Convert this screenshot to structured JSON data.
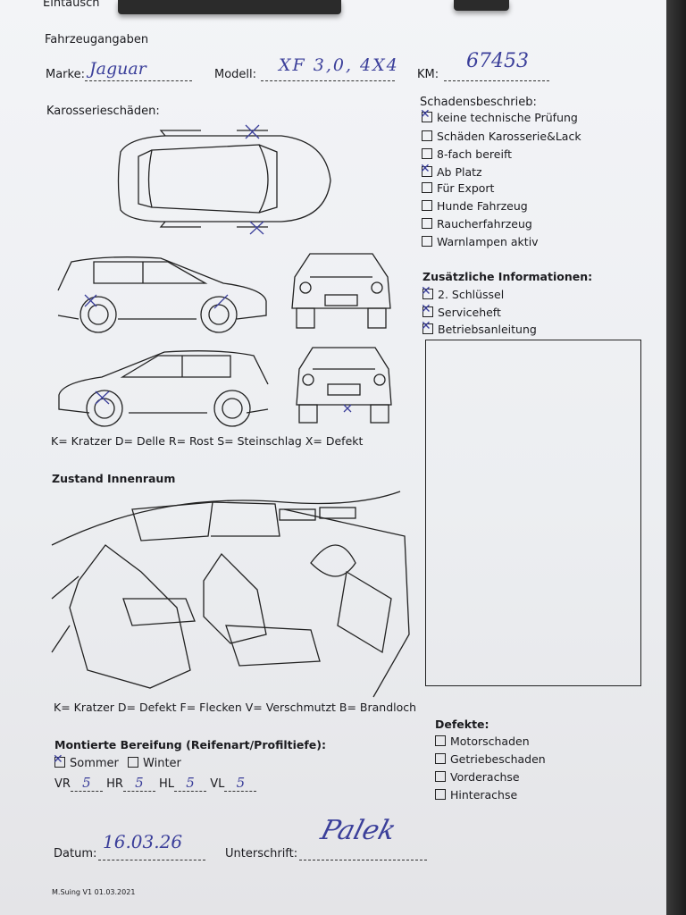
{
  "header": {
    "title": "Eintausch"
  },
  "vehicle": {
    "section_title": "Fahrzeugangaben",
    "brand_label": "Marke:",
    "brand_value": "Jaguar",
    "model_label": "Modell:",
    "model_value": "XF 3,0, 4X4",
    "km_label": "KM:",
    "km_value": "67453"
  },
  "body_damage": {
    "title": "Karosserieschäden:",
    "legend": "K= Kratzer D= Delle R= Rost S= Steinschlag X= Defekt"
  },
  "damage_description": {
    "title": "Schadensbeschrieb:",
    "items": [
      {
        "label": "keine technische Prüfung",
        "checked": true
      },
      {
        "label": "Schäden Karosserie&Lack",
        "checked": false
      },
      {
        "label": "8-fach bereift",
        "checked": false
      },
      {
        "label": "Ab Platz",
        "checked": true
      },
      {
        "label": "Für Export",
        "checked": false
      },
      {
        "label": "Hunde Fahrzeug",
        "checked": false
      },
      {
        "label": "Raucherfahrzeug",
        "checked": false
      },
      {
        "label": "Warnlampen aktiv",
        "checked": false
      }
    ]
  },
  "additional_info": {
    "title": "Zusätzliche Informationen:",
    "items": [
      {
        "label": "2. Schlüssel",
        "checked": true
      },
      {
        "label": "Serviceheft",
        "checked": true
      },
      {
        "label": "Betriebsanleitung",
        "checked": true
      }
    ]
  },
  "interior": {
    "title": "Zustand Innenraum",
    "legend": "K= Kratzer D= Defekt F= Flecken V= Verschmutzt B= Brandloch"
  },
  "tires": {
    "title": "Montierte Bereifung (Reifenart/Profiltiefe):",
    "summer_label": "Sommer",
    "summer_checked": true,
    "winter_label": "Winter",
    "winter_checked": false,
    "vr_label": "VR",
    "vr_value": "5",
    "hr_label": "HR",
    "hr_value": "5",
    "hl_label": "HL",
    "hl_value": "5",
    "vl_label": "VL",
    "vl_value": "5"
  },
  "defects": {
    "title": "Defekte:",
    "items": [
      {
        "label": "Motorschaden",
        "checked": false
      },
      {
        "label": "Getriebeschaden",
        "checked": false
      },
      {
        "label": "Vorderachse",
        "checked": false
      },
      {
        "label": "Hinterachse",
        "checked": false
      }
    ]
  },
  "footer": {
    "date_label": "Datum:",
    "date_value": "16.03.26",
    "signature_label": "Unterschrift:",
    "signature_value": "Palek",
    "version": "M.Suing V1 01.03.2021"
  },
  "colors": {
    "ink": "#3b3f9a",
    "paper": "#f0f1f4"
  }
}
